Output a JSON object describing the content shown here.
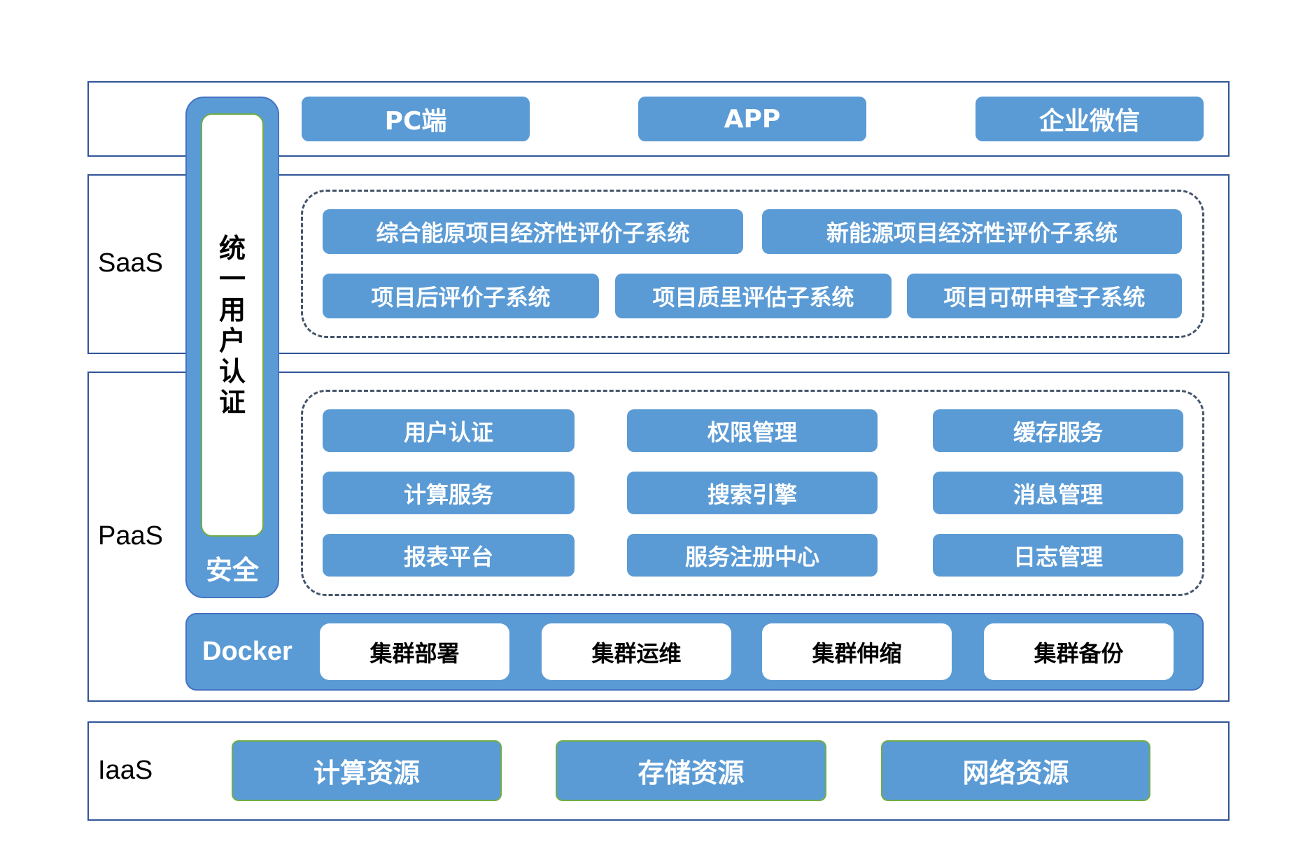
{
  "layers": {
    "client": {
      "label": "",
      "buttons": [
        "PC端",
        "APP",
        "企业微信"
      ]
    },
    "saas": {
      "label": "SaaS",
      "row1": [
        "综合能原项目经济性评价子系统",
        "新能源项目经济性评价子系统"
      ],
      "row2": [
        "项目后评价子系统",
        "项目质里评估子系统",
        "项目可研申查子系统"
      ]
    },
    "paas": {
      "label": "PaaS",
      "services": [
        [
          "用户认证",
          "权限管理",
          "缓存服务"
        ],
        [
          "计算服务",
          "搜索引擎",
          "消息管理"
        ],
        [
          "报表平台",
          "服务注册中心",
          "日志管理"
        ]
      ],
      "docker": {
        "label": "Docker",
        "items": [
          "集群部署",
          "集群运维",
          "集群伸缩",
          "集群备份"
        ]
      }
    },
    "iaas": {
      "label": "IaaS",
      "buttons": [
        "计算资源",
        "存储资源",
        "网络资源"
      ]
    }
  },
  "security": {
    "auth_chars": [
      "统",
      "一",
      "用",
      "户",
      "认",
      "证"
    ],
    "label": "安全"
  },
  "colors": {
    "box_fill": "#5b9bd5",
    "layer_border": "#2f5597",
    "dashed_border": "#44546a",
    "green_border": "#70ad47"
  }
}
